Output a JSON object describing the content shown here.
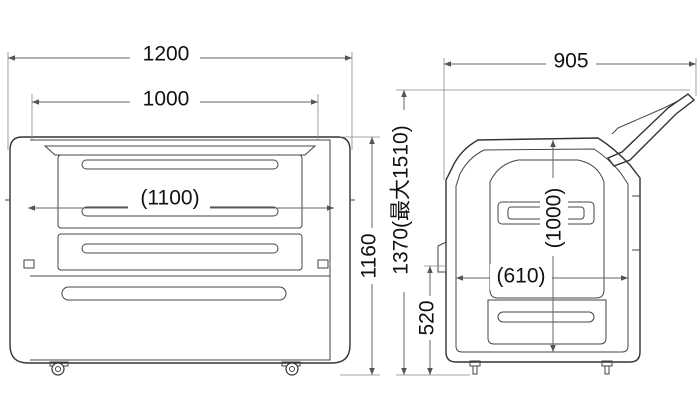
{
  "front_view": {
    "overall_width": "1200",
    "inner_width": "1000",
    "opening_width": "(1100)",
    "height": "1160"
  },
  "side_view": {
    "depth": "905",
    "height_with_max": "1370(最大1510)",
    "inner_height": "(1000)",
    "inner_depth": "(610)",
    "base_height": "520"
  }
}
